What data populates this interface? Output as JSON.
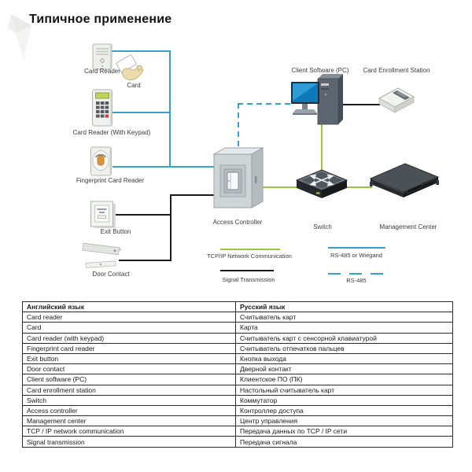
{
  "title": "Типичное применение",
  "diagram": {
    "nodes": {
      "card_reader": {
        "label": "Card Reader"
      },
      "card": {
        "label": "Card"
      },
      "card_reader_keypad": {
        "label": "Card Reader (With Keypad)"
      },
      "fingerprint_card_reader": {
        "label": "Fingerprint Card Reader"
      },
      "exit_button": {
        "label": "Exit Button"
      },
      "door_contact": {
        "label": "Door Contact"
      },
      "access_controller": {
        "label": "Access Controller"
      },
      "client_software_pc": {
        "label": "Client Software (PC)"
      },
      "card_enrollment_station": {
        "label": "Card Enrollment Station"
      },
      "switch": {
        "label": "Switch"
      },
      "management_center": {
        "label": "Management Center"
      }
    },
    "legend": {
      "tcp_ip": {
        "label": "TCP/IP Network Communication",
        "color": "#97c83e",
        "style": "solid"
      },
      "signal": {
        "label": "Signal Transmission",
        "color": "#1b1b1b",
        "style": "solid"
      },
      "rs485_wiegand": {
        "label": "RS-485 or Wiegand",
        "color": "#36a0d5",
        "style": "solid"
      },
      "rs485": {
        "label": "RS-485",
        "color": "#36a0d5",
        "style": "dashed"
      }
    }
  },
  "table": {
    "headers": [
      "Английский язык",
      "Русский язык"
    ],
    "rows": [
      [
        "Card reader",
        "Считыватель карт"
      ],
      [
        "Card",
        "Карта"
      ],
      [
        "Card reader (with keypad)",
        "Считыватель карт с сенсорной клавиатурой"
      ],
      [
        "Fingerprint card reader",
        "Считыватель отпечатков пальцев"
      ],
      [
        "Exit button",
        "Кнопка выхода"
      ],
      [
        "Door contact",
        "Дверной контакт"
      ],
      [
        "Client software (PC)",
        "Клиентское ПО (ПК)"
      ],
      [
        "Card enrollment station",
        "Настольный считыватель карт"
      ],
      [
        "Switch",
        "Коммутатор"
      ],
      [
        "Access controller",
        "Контроллер доступа"
      ],
      [
        "Management center",
        "Центр управления"
      ],
      [
        "TCP / IP network communication",
        "Передача данных по TCP / IP сети"
      ],
      [
        "Signal transmission",
        "Передача сигнала"
      ]
    ]
  }
}
